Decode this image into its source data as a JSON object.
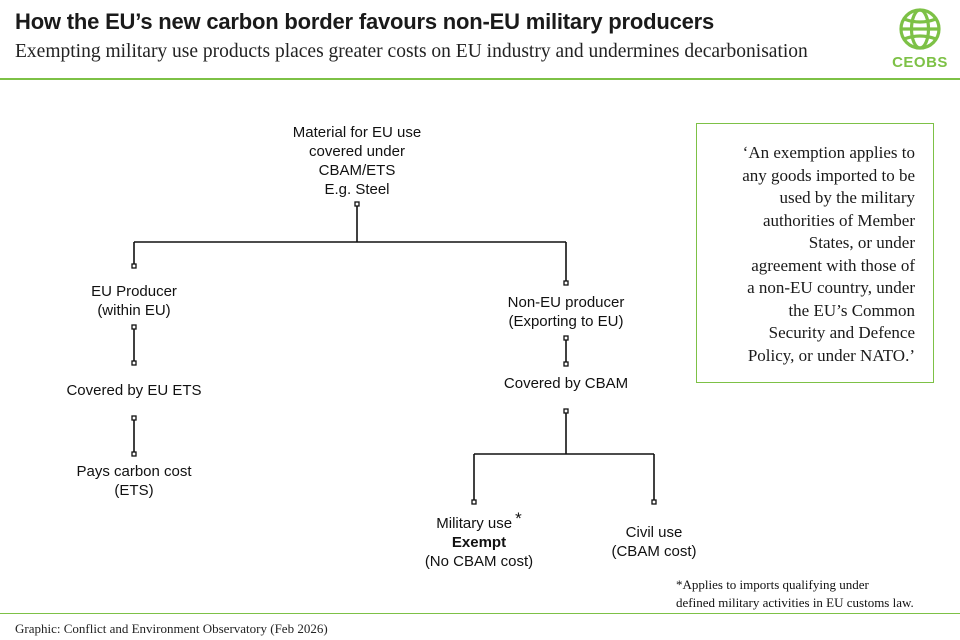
{
  "header": {
    "title": "How the EU’s new carbon border favours non-EU military producers",
    "subtitle": "Exempting military use products places greater costs on EU industry and undermines decarbonisation"
  },
  "brand": {
    "logo_text": "CEOBS",
    "logo_icon": "globe-icon",
    "accent_color": "#7dc146"
  },
  "diagram": {
    "root": [
      "Material for EU use",
      "covered under",
      "CBAM/ETS",
      "E.g. Steel"
    ],
    "eu_producer": [
      "EU Producer",
      "(within EU)"
    ],
    "eu_covered": "Covered by EU ETS",
    "eu_pays": [
      "Pays carbon cost",
      "(ETS)"
    ],
    "non_eu_producer": [
      "Non-EU producer",
      "(Exporting to EU)"
    ],
    "non_eu_covered": "Covered by CBAM",
    "military": {
      "label": "Military use",
      "marker": "*",
      "status": "Exempt",
      "note": "(No CBAM cost)"
    },
    "civil": [
      "Civil use",
      "(CBAM cost)"
    ]
  },
  "quote": [
    "‘An exemption applies to",
    "any goods imported to be",
    "used by the military",
    "authorities of Member",
    "States, or under",
    "agreement with those of",
    "a non-EU country, under",
    "the EU’s Common",
    "Security and Defence",
    "Policy, or under NATO.’"
  ],
  "footnote": [
    "*Applies to imports qualifying under",
    "defined military activities in EU customs law."
  ],
  "source": "Graphic: Conflict and Environment Observatory (Feb 2026)",
  "colors": {
    "accent": "#7dc146",
    "text": "#111111",
    "line": "#111111"
  }
}
